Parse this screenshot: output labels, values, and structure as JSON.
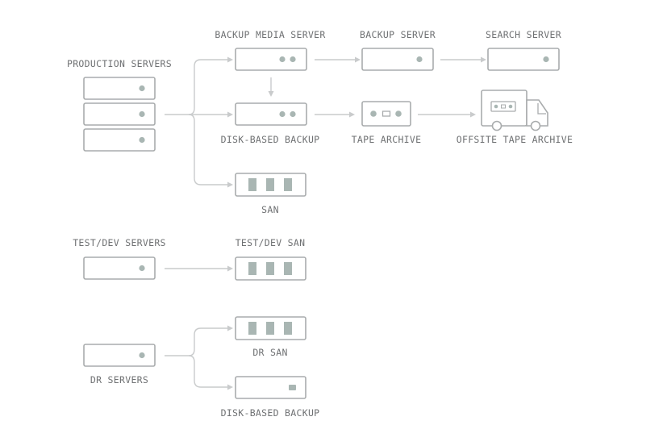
{
  "labels": {
    "production_servers": "PRODUCTION SERVERS",
    "backup_media_server": "BACKUP MEDIA SERVER",
    "backup_server": "BACKUP SERVER",
    "search_server": "SEARCH SERVER",
    "disk_based_backup": "DISK-BASED BACKUP",
    "tape_archive": "TAPE ARCHIVE",
    "offsite_tape_archive": "OFFSITE TAPE ARCHIVE",
    "san": "SAN",
    "test_dev_servers": "TEST/DEV SERVERS",
    "test_dev_san": "TEST/DEV SAN",
    "dr_san": "DR SAN",
    "dr_servers": "DR SERVERS",
    "dr_disk_based_backup": "DISK-BASED BACKUP"
  },
  "icons": {
    "server": "server-icon",
    "storage_array": "storage-array-icon",
    "tape_drive": "tape-drive-icon",
    "truck": "truck-icon"
  },
  "colors": {
    "outline": "#a9acad",
    "fill_accent": "#a9b6b3",
    "connector": "#c9cbcc",
    "text": "#6f7173"
  }
}
